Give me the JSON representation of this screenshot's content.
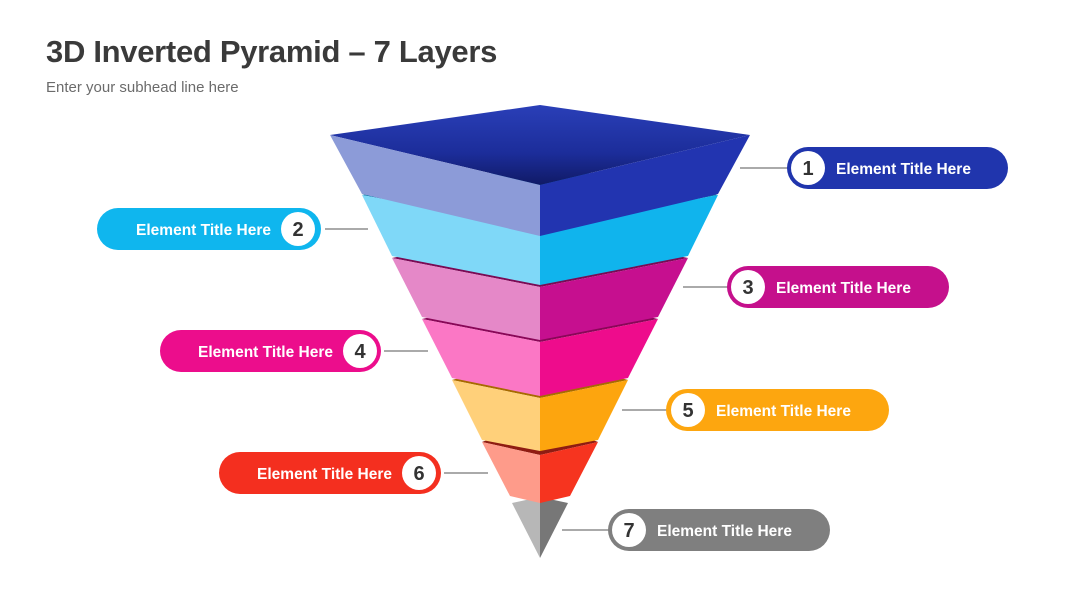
{
  "header": {
    "title": "3D Inverted Pyramid – 7 Layers",
    "subhead": "Enter your subhead line here"
  },
  "layers": [
    {
      "number": "1",
      "label": "Element Title Here",
      "color": "#2035ad"
    },
    {
      "number": "2",
      "label": "Element Title Here",
      "color": "#0fb6ee"
    },
    {
      "number": "3",
      "label": "Element Title Here",
      "color": "#c5108c"
    },
    {
      "number": "4",
      "label": "Element Title Here",
      "color": "#ec0d8c"
    },
    {
      "number": "5",
      "label": "Element Title Here",
      "color": "#fda60f"
    },
    {
      "number": "6",
      "label": "Element Title Here",
      "color": "#f42f1f"
    },
    {
      "number": "7",
      "label": "Element Title Here",
      "color": "#7f7f7f"
    }
  ]
}
